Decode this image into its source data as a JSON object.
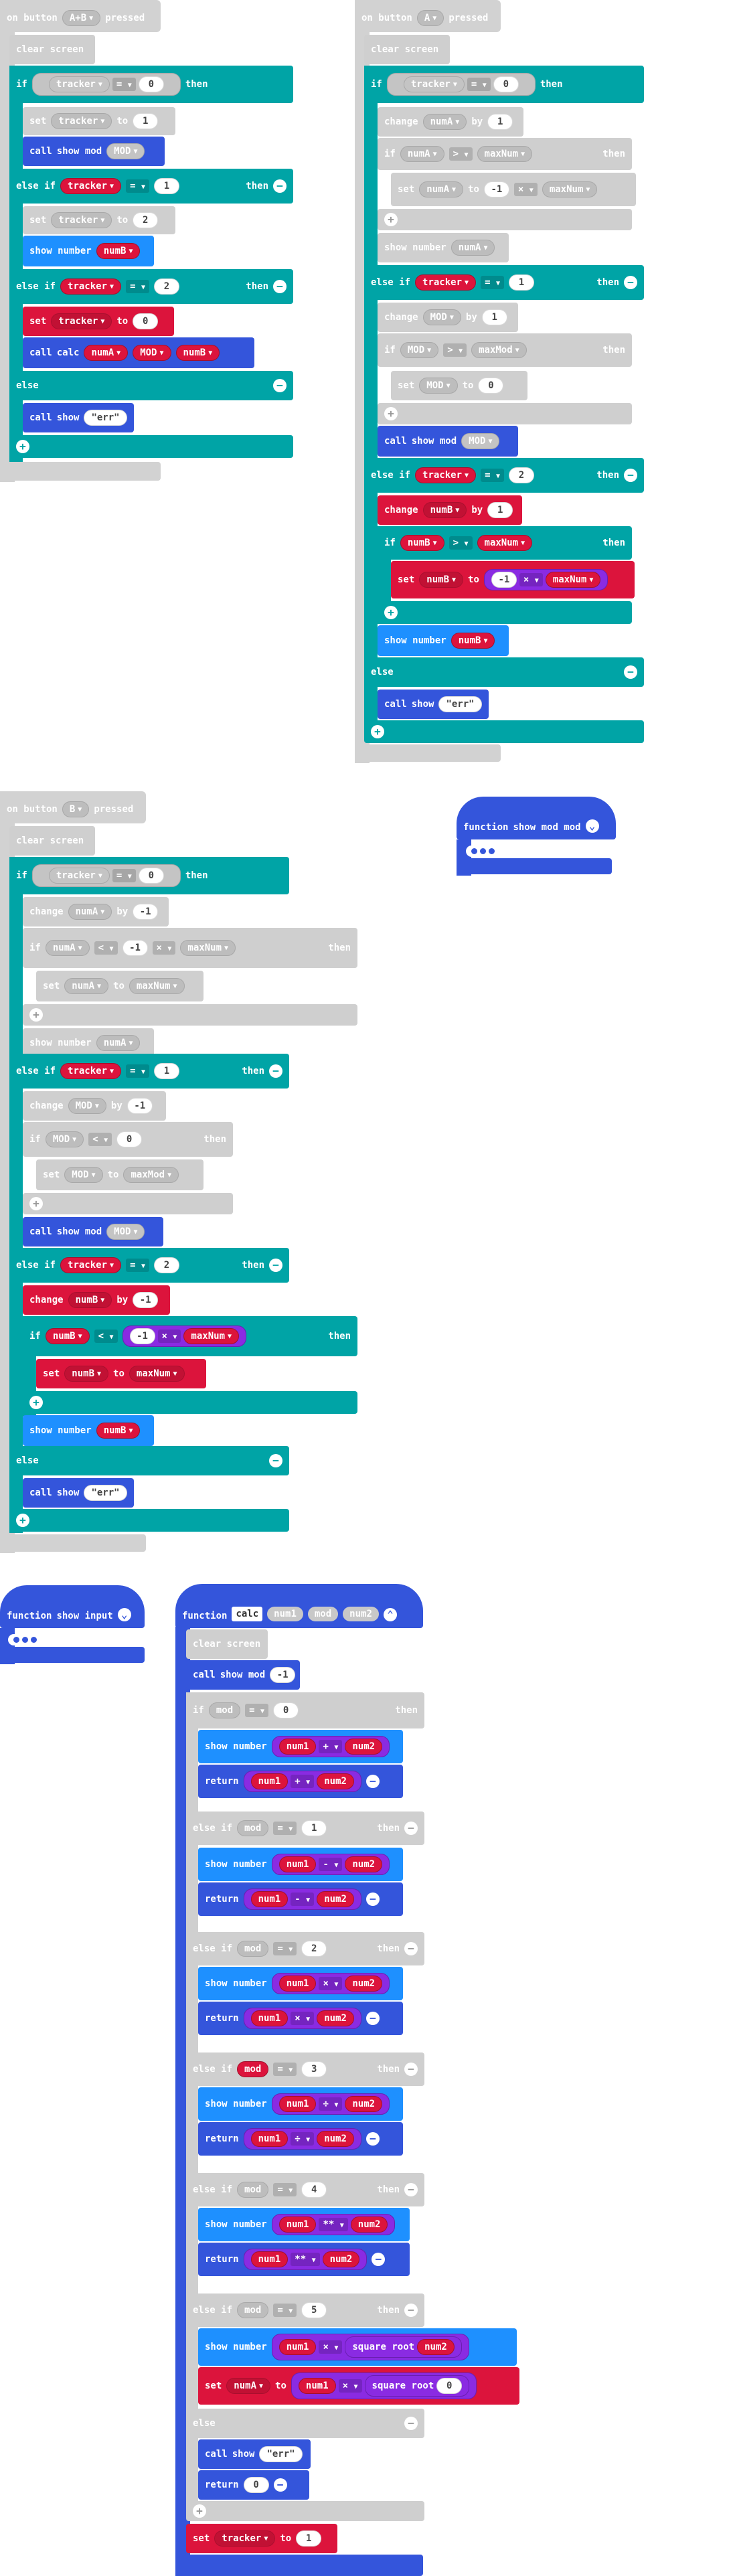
{
  "kw": {
    "on_button": "on button",
    "pressed": "pressed",
    "clear_screen": "clear screen",
    "if": "if",
    "then": "then",
    "else_if": "else if",
    "else": "else",
    "set": "set",
    "to": "to",
    "change": "change",
    "by": "by",
    "call": "call",
    "show_mod": "show mod",
    "show_number": "show number",
    "calc": "calc",
    "show": "show",
    "function": "function",
    "show_mod_mod": "show mod mod",
    "show_input": "show input",
    "return": "return",
    "square_root": "square root"
  },
  "vars": {
    "tracker": "tracker",
    "numA": "numA",
    "numB": "numB",
    "MOD": "MOD",
    "maxNum": "maxNum",
    "maxMod": "maxMod",
    "mod": "mod",
    "num1": "num1",
    "num2": "num2"
  },
  "ops": {
    "eq": "=",
    "gt": ">",
    "lt": "<",
    "mul": "×",
    "plus": "+",
    "minus": "-",
    "div": "÷",
    "pow": "**"
  },
  "buttons": {
    "ab": "A+B",
    "a": "A",
    "b": "B"
  },
  "nums": {
    "n0": "0",
    "n1": "1",
    "n2": "2",
    "n3": "3",
    "n4": "4",
    "n5": "5",
    "neg1": "-1"
  },
  "strings": {
    "err": "\"err\""
  },
  "icons": {
    "minus": "−",
    "plus": "+",
    "caret": "▼",
    "collapse": "⌄",
    "expand": "⌃"
  },
  "colors": {
    "logic": "#00a4a6",
    "functions": "#3455db",
    "basic": "#1e90ff",
    "variables": "#dc143c",
    "math": "#8a2be2",
    "disabled": "#d2d2d2"
  }
}
